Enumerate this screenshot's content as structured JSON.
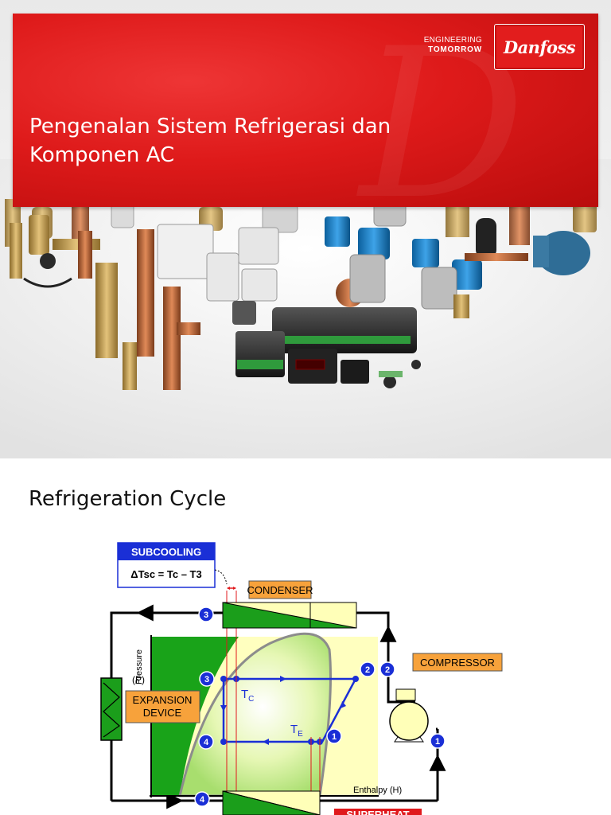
{
  "slide1": {
    "tagline_line1": "ENGINEERING",
    "tagline_line2": "TOMORROW",
    "logo_text": "Danfoss",
    "title_line1": "Pengenalan Sistem Refrigerasi dan",
    "title_line2": "Komponen AC"
  },
  "slide2": {
    "title": "Refrigeration Cycle",
    "subcooling_label": "SUBCOOLING",
    "subcooling_formula": "ΔTsc = Tc – T3",
    "condenser_label": "CONDENSER",
    "compressor_label": "COMPRESSOR",
    "expansion_label_line1": "EXPANSION",
    "expansion_label_line2": "DEVICE",
    "superheat_label": "SUPERHEAT",
    "pressure_axis": "Pressure",
    "pressure_symbol": "(P)",
    "enthalpy_axis": "Enthalpy (H)",
    "tc_label": "T",
    "tc_sub": "C",
    "te_label": "T",
    "te_sub": "E",
    "points": [
      "1",
      "2",
      "3",
      "4"
    ],
    "colors": {
      "red_brand": "#e0191c",
      "blue_point": "#1a2fd6",
      "orange_label": "#f7a23b",
      "green_dark": "#19a319",
      "yellow_light": "#ffffbf"
    }
  }
}
